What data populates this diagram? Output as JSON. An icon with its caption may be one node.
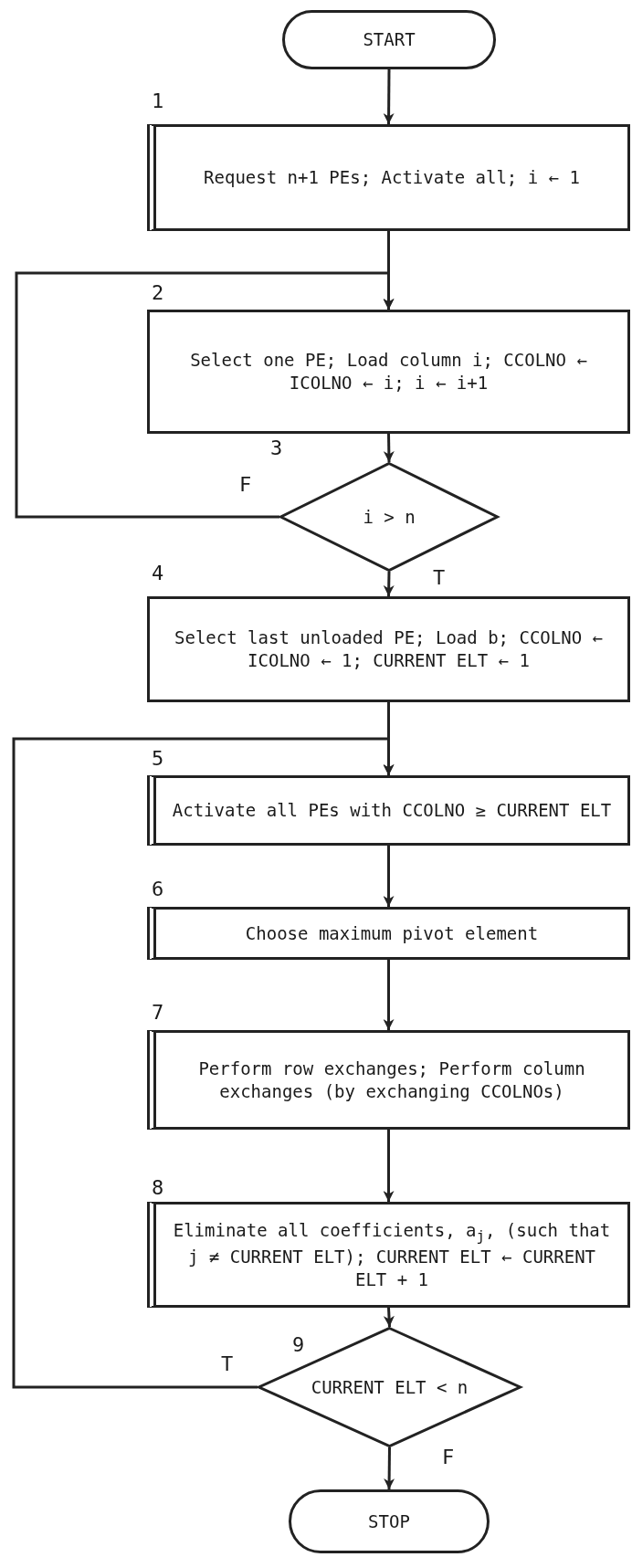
{
  "diagram": {
    "nodes": [
      {
        "text": [
          "START"
        ]
      },
      {
        "text": [
          "Request n+1 PEs; Activate all; i ← 1"
        ]
      },
      {
        "text": [
          "Select one PE; Load column i; CCOLNO ← ICOLNO ← i; i ← i+1"
        ]
      },
      {
        "text": [
          "i > n"
        ]
      },
      {
        "text": [
          "Select last unloaded PE; Load b; CCOLNO ← ICOLNO ← 1; CURRENT ELT ← 1"
        ]
      },
      {
        "text": [
          "Activate all PEs with CCOLNO ≥ CURRENT ELT"
        ]
      },
      {
        "text": [
          "Choose maximum pivot element"
        ]
      },
      {
        "text": [
          "Perform row exchanges; Perform column exchanges (by exchanging CCOLNOs)"
        ]
      },
      {
        "text": [
          "Eliminate all coefficients, a$_{j}$, (such that j ≠ CURRENT ELT); CURRENT ELT ← CURRENT ELT + 1"
        ]
      },
      {
        "text": [
          "CURRENT ELT < n"
        ]
      },
      {
        "text": [
          "STOP"
        ]
      }
    ],
    "edges": [
      {
        "from": 0,
        "to": 1,
        "arrow": "to"
      },
      {
        "from": 1,
        "to": 2,
        "arrow": "to"
      },
      {
        "from": 2,
        "to": 3,
        "arrow": "to"
      },
      {
        "from": 3,
        "to": 2,
        "arrow": "to",
        "label": "F"
      },
      {
        "from": 3,
        "to": 4,
        "arrow": "to",
        "label": "T"
      },
      {
        "from": 4,
        "to": 5,
        "arrow": "to"
      },
      {
        "from": 5,
        "to": 6,
        "arrow": "to"
      },
      {
        "from": 6,
        "to": 7,
        "arrow": "to"
      },
      {
        "from": 7,
        "to": 8,
        "arrow": "to"
      },
      {
        "from": 8,
        "to": 9,
        "arrow": "to"
      },
      {
        "from": 9,
        "to": 5,
        "arrow": "to",
        "label": "T"
      },
      {
        "from": 9,
        "to": 10,
        "arrow": "to",
        "label": "F"
      }
    ],
    "labels": [
      "1",
      "2",
      "3",
      "4",
      "5",
      "6",
      "7",
      "8",
      "9"
    ]
  }
}
